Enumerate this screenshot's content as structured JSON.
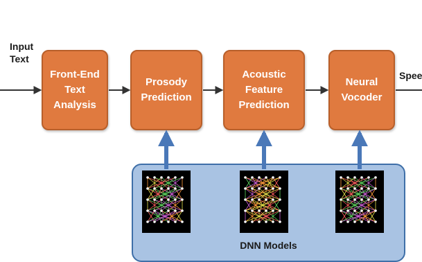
{
  "input_label": [
    "Input",
    "Text"
  ],
  "output_label": "Speech",
  "blocks": [
    {
      "lines": [
        "Front-End",
        "Text Analysis"
      ]
    },
    {
      "lines": [
        "Prosody",
        "Prediction"
      ]
    },
    {
      "lines": [
        "Acoustic Feature",
        "Prediction"
      ]
    },
    {
      "lines": [
        "Neural",
        "Vocoder"
      ]
    }
  ],
  "models_label": "DNN Models",
  "colors": {
    "block_fill": "#e07a3f",
    "block_border": "#b85f2a",
    "panel_fill": "#a9c3e3",
    "panel_border": "#3f6fa8",
    "arrow_dark": "#333333",
    "arrow_blue": "#4a78b8"
  }
}
